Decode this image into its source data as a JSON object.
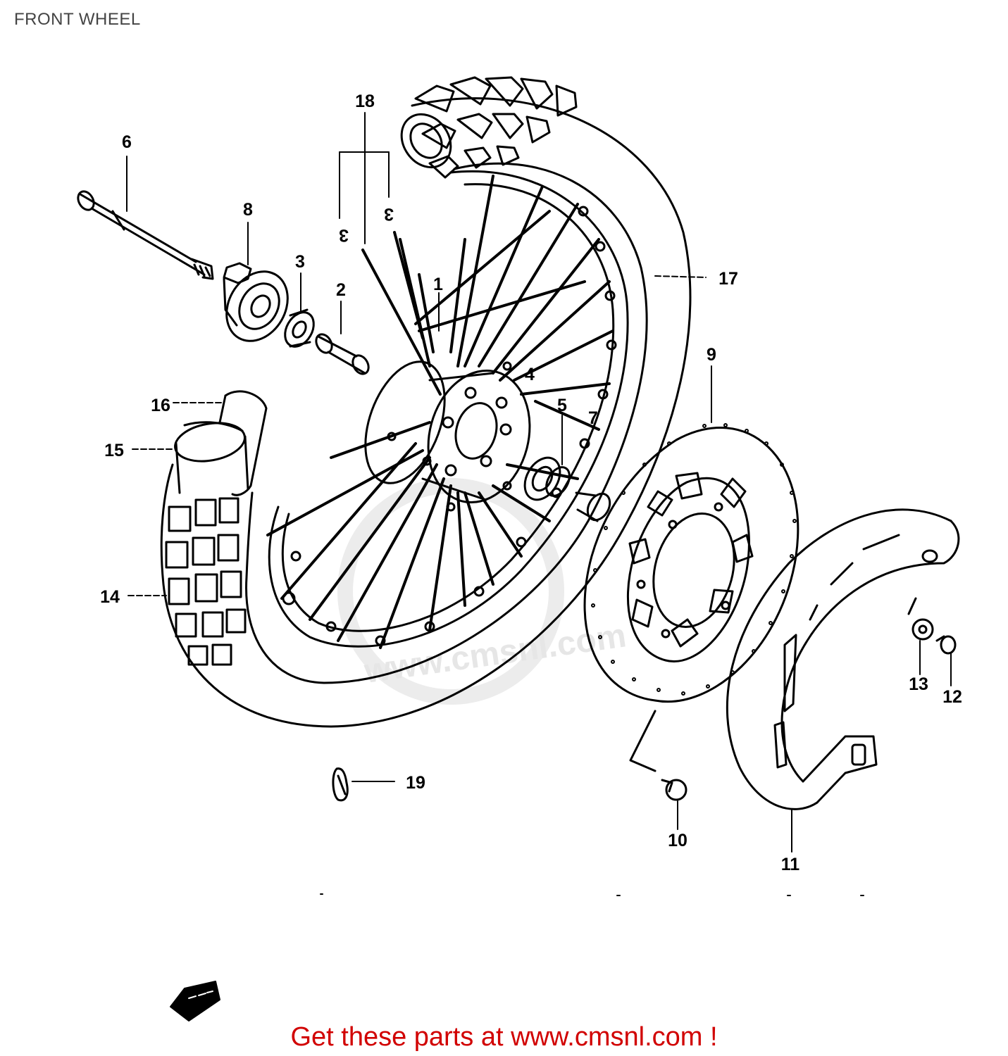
{
  "page": {
    "title": "FRONT WHEEL"
  },
  "watermark": {
    "text": "www.cmsnl.com"
  },
  "callouts": {
    "c1": "1",
    "c2": "2",
    "c3": "3",
    "c4": "4",
    "c5": "5",
    "c6": "6",
    "c7": "7",
    "c8": "8",
    "c9": "9",
    "c10": "10",
    "c11": "11",
    "c12": "12",
    "c13": "13",
    "c14": "14",
    "c15": "15",
    "c16": "16",
    "c17": "17",
    "c18": "18",
    "c19": "19"
  },
  "footer": {
    "link_text": "Get these parts at www.cmsnl.com !"
  },
  "colors": {
    "ink": "#000000",
    "footer": "#d10000",
    "title": "#444444",
    "watermark": "#e6e6e6"
  }
}
